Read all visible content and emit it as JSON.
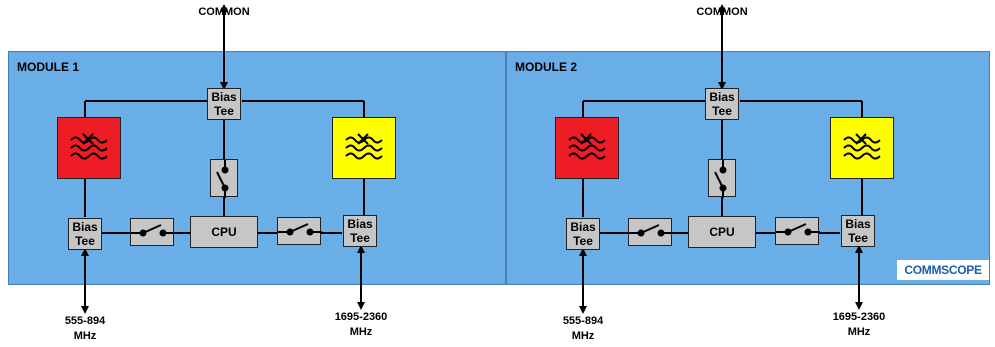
{
  "modules": [
    {
      "title": "MODULE 1",
      "bias_tee": "Bias Tee",
      "cpu": "CPU",
      "common": "COMMON",
      "low_band": {
        "line1": "555-894",
        "line2": "MHz"
      },
      "high_band": {
        "line1": "1695-2360",
        "line2": "MHz"
      }
    },
    {
      "title": "MODULE 2",
      "bias_tee": "Bias Tee",
      "cpu": "CPU",
      "common": "COMMON",
      "low_band": {
        "line1": "555-894",
        "line2": "MHz"
      },
      "high_band": {
        "line1": "1695-2360",
        "line2": "MHz"
      }
    }
  ],
  "logo": "COMMSCOPE",
  "colors": {
    "module_bg": "#6aaee8",
    "low_filter": "#ee1c24",
    "high_filter": "#ffff00",
    "box": "#c6c6c6"
  }
}
